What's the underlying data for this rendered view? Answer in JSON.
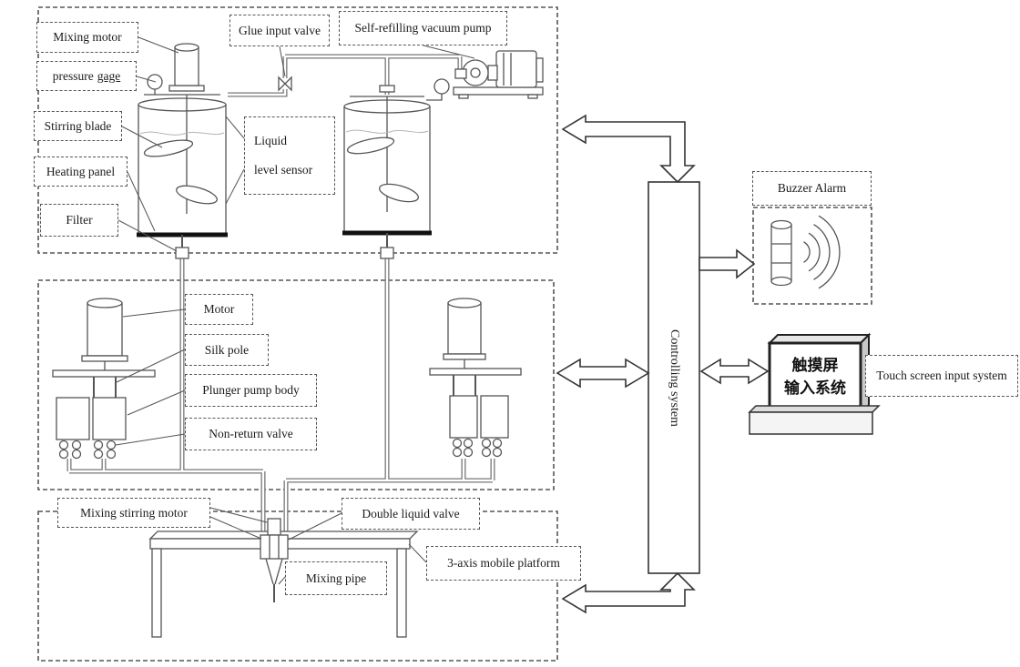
{
  "sections": {
    "tank_section": {
      "labels": {
        "mixing_motor": "Mixing motor",
        "pressure_word1": "pressure",
        "pressure_word2": "gage",
        "stirring_blade": "Stirring blade",
        "heating_panel": "Heating panel",
        "filter": "Filter",
        "glue_input_valve": "Glue input valve",
        "vacuum_pump": "Self-refilling vacuum pump",
        "liquid_level_line1": "Liquid",
        "liquid_level_line2": "level sensor"
      }
    },
    "pump_section": {
      "labels": {
        "motor": "Motor",
        "silk_pole": "Silk pole",
        "plunger_pump_body": "Plunger pump body",
        "non_return_valve": "Non-return valve"
      }
    },
    "platform_section": {
      "labels": {
        "mixing_stirring_motor": "Mixing stirring motor",
        "double_liquid_valve": "Double liquid valve",
        "mixing_pipe": "Mixing pipe",
        "three_axis_platform": "3-axis mobile platform"
      }
    },
    "control": {
      "controlling_system": "Controlling system",
      "buzzer_alarm": "Buzzer Alarm",
      "touch_screen_line1": "触摸屏",
      "touch_screen_line2": "输入系统",
      "touch_screen_input_system": "Touch screen input system"
    }
  },
  "colors": {
    "line": "#555555",
    "dark": "#111111",
    "background": "#ffffff"
  }
}
